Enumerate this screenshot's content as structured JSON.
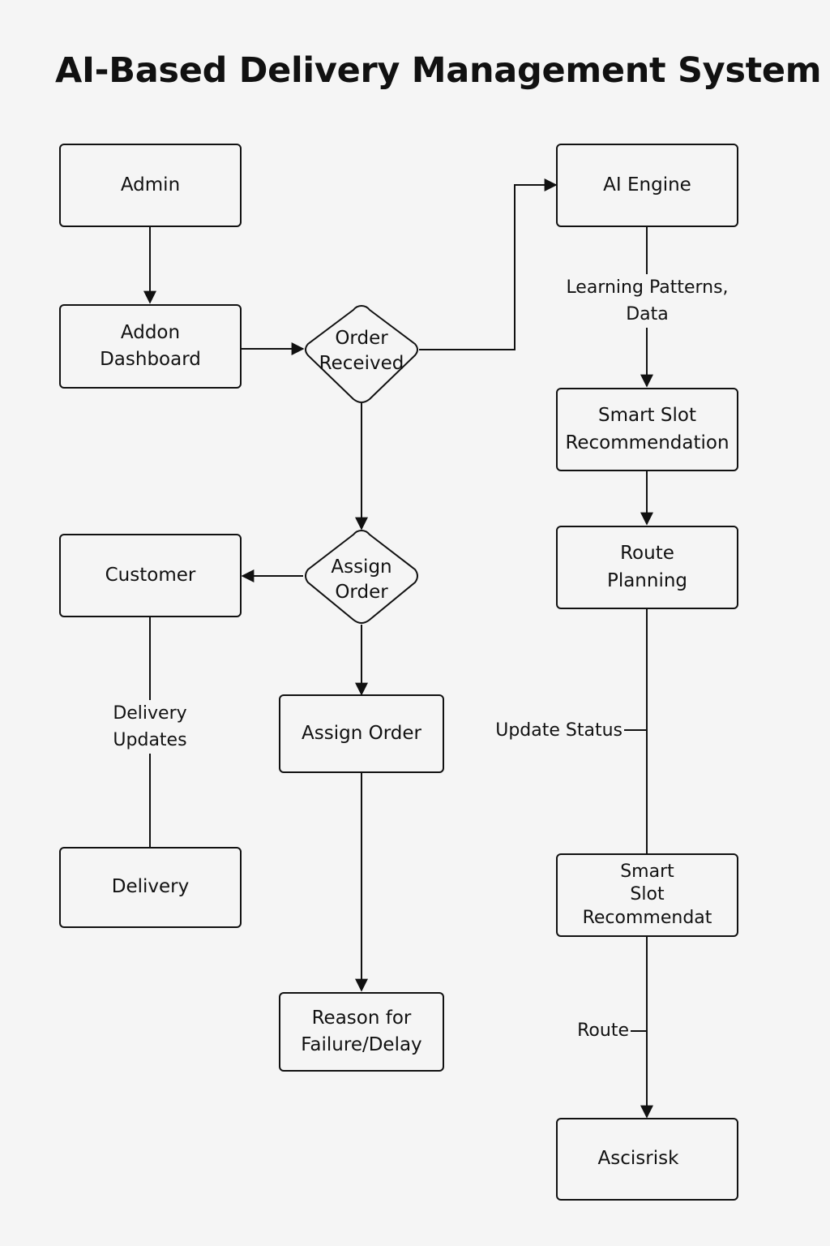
{
  "title": "AI-Based Delivery Management System",
  "nodes": {
    "admin": "Admin",
    "addon_dashboard": "Addon\nDashboard",
    "order_received": "Order\nReceived",
    "ai_engine": "AI Engine",
    "smart_slot_recommendation": "Smart Slot\nRecommendation",
    "route_planning": "Route\nPlanning",
    "customer": "Customer",
    "assign_order_decision": "Assign\nOrder",
    "assign_order": "Assign Order",
    "delivery": "Delivery",
    "reason_failure_delay": "Reason for\nFailure/Delay",
    "smart_slot_recommendat": "Smart\nSlot\nRecommendat",
    "ascisrisk": "Ascisrisk"
  },
  "edge_labels": {
    "learning_patterns_data": "Learning Patterns,\nData",
    "delivery_updates": "Delivery\nUpdates",
    "update_status": "Update Status",
    "route": "Route"
  },
  "colors": {
    "background": "#f5f5f5",
    "stroke": "#111111"
  }
}
